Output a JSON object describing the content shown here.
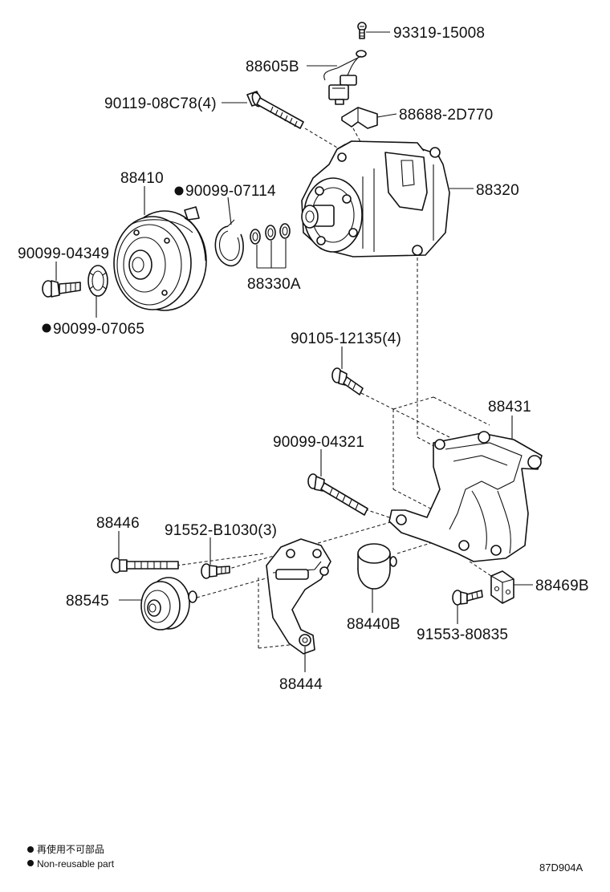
{
  "labels": {
    "p93319": "93319-15008",
    "p88605": "88605B",
    "p90119": "90119-08C78(4)",
    "p88688": "88688-2D770",
    "p88410": "88410",
    "p90099_07114": "90099-07114",
    "p88320": "88320",
    "p90099_04349": "90099-04349",
    "p88330": "88330A",
    "p90099_07065": "90099-07065",
    "p90105": "90105-12135(4)",
    "p88431": "88431",
    "p90099_04321": "90099-04321",
    "p88446": "88446",
    "p91552": "91552-B1030(3)",
    "p88469": "88469B",
    "p88545": "88545",
    "p88440": "88440B",
    "p91553": "91553-80835",
    "p88444": "88444"
  },
  "legend": {
    "japanese": "再使用不可部品",
    "english": "Non-reusable part"
  },
  "diagram_code": "87D904A"
}
